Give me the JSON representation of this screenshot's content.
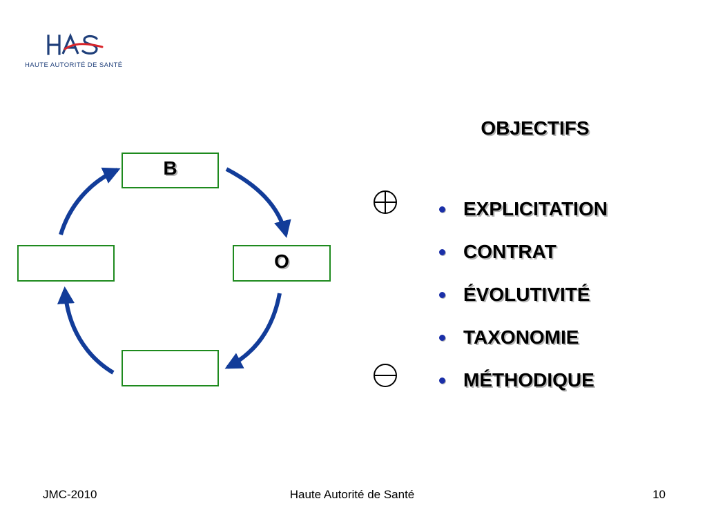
{
  "logo": {
    "wordmark": "HAS",
    "subtitle": "HAUTE AUTORITÉ DE SANTÉ",
    "colors": {
      "letters": "#1f3f7a",
      "swoosh": "#d9252a"
    }
  },
  "diagram": {
    "boxes": {
      "top": "B",
      "right": "O",
      "left": "",
      "bottom": ""
    },
    "colors": {
      "box_border": "#1e8a1e",
      "arrow": "#123c99"
    }
  },
  "objectives": {
    "title": "OBJECTIFS",
    "items": [
      {
        "label": "EXPLICITATION"
      },
      {
        "label": "CONTRAT"
      },
      {
        "label": "ÉVOLUTIVITÉ"
      },
      {
        "label": "TAXONOMIE"
      },
      {
        "label": "MÉTHODIQUE"
      }
    ],
    "bullet_color": "#1a2fa8",
    "plus_icon": "circled-plus-icon",
    "minus_icon": "circled-minus-icon"
  },
  "footer": {
    "left": "JMC-2010",
    "center": "Haute Autorité de Santé",
    "page_number": "10"
  }
}
